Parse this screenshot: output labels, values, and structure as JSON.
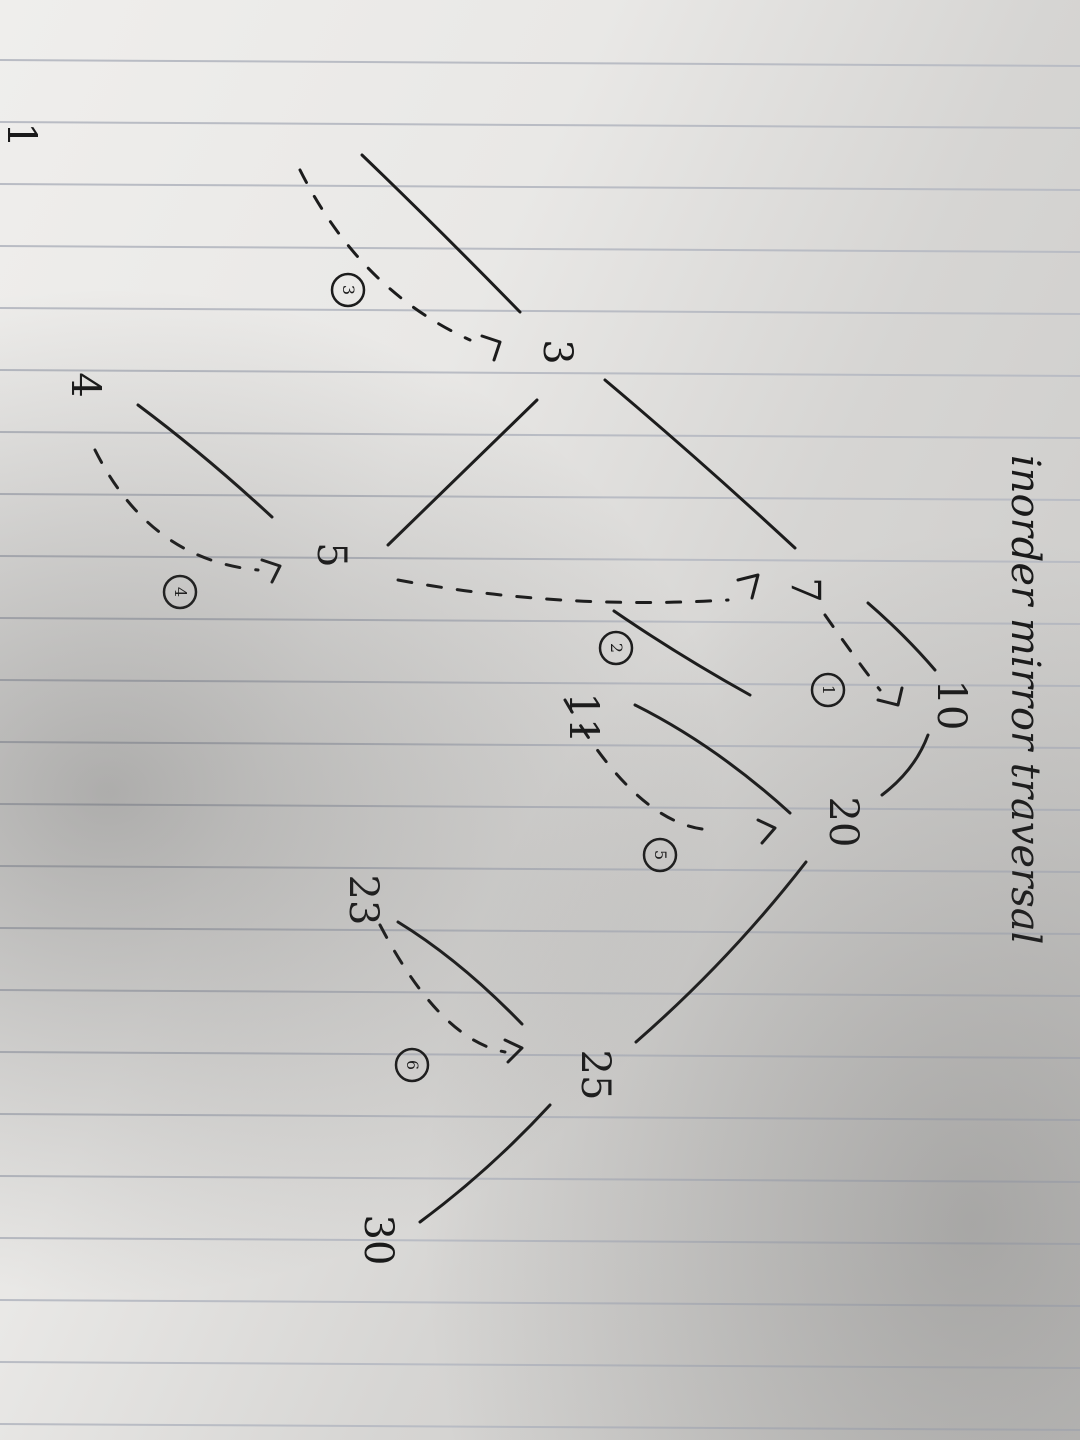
{
  "title": "inorder mirror traversal",
  "nodes": [
    {
      "id": "n10",
      "label": "10"
    },
    {
      "id": "n7",
      "label": "7"
    },
    {
      "id": "n20",
      "label": "20"
    },
    {
      "id": "n5",
      "label": "5"
    },
    {
      "id": "n11",
      "label": "11"
    },
    {
      "id": "n25",
      "label": "25"
    },
    {
      "id": "n3",
      "label": "3"
    },
    {
      "id": "n4",
      "label": "4"
    },
    {
      "id": "n23",
      "label": "23"
    },
    {
      "id": "n30",
      "label": "30"
    },
    {
      "id": "n1",
      "label": "1"
    }
  ],
  "steps": [
    {
      "id": "s1",
      "label": "1"
    },
    {
      "id": "s2",
      "label": "2"
    },
    {
      "id": "s3",
      "label": "3"
    },
    {
      "id": "s4",
      "label": "4"
    },
    {
      "id": "s5",
      "label": "5"
    },
    {
      "id": "s6",
      "label": "6"
    }
  ]
}
